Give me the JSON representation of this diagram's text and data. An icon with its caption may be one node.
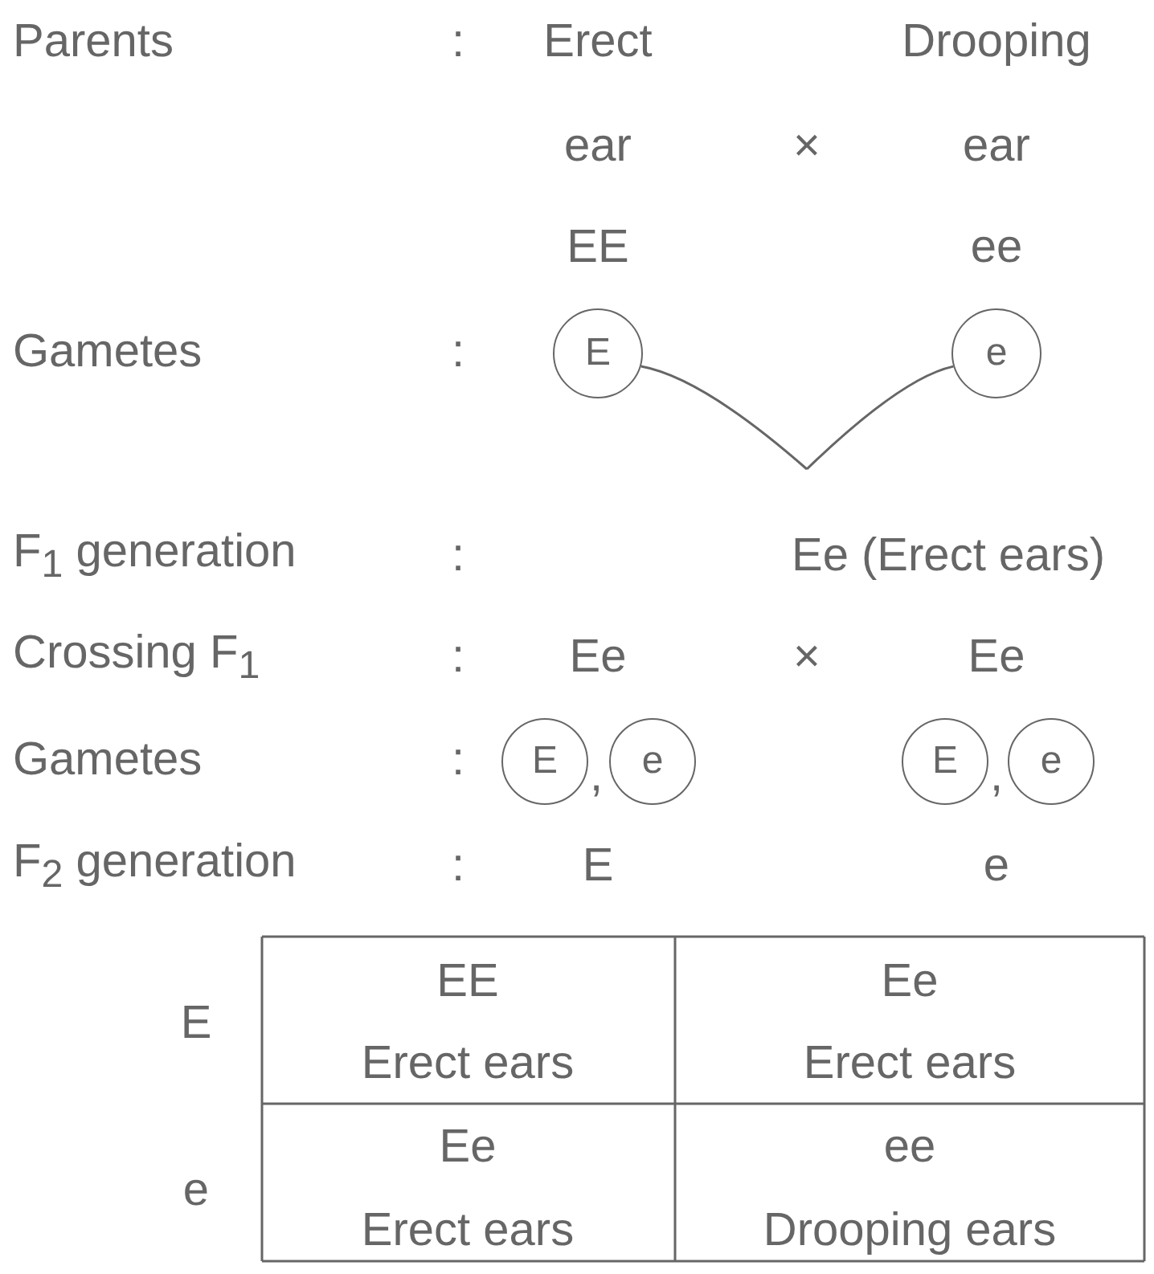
{
  "diagram": {
    "nodes": [
      {
        "text": [
          "E"
        ]
      },
      {
        "text": [
          "e"
        ]
      },
      {
        "text": [
          "E"
        ]
      },
      {
        "text": [
          "e"
        ]
      },
      {
        "text": [
          "E"
        ]
      },
      {
        "text": [
          "e"
        ]
      }
    ],
    "edges": [
      {
        "from": 0,
        "to": null,
        "arrow": "none"
      },
      {
        "from": 1,
        "to": null,
        "arrow": "none"
      }
    ],
    "labels": [
      "Parents",
      ":",
      "Erect",
      "Drooping",
      "ear",
      "×",
      "ear",
      "EE",
      "ee",
      "Gametes",
      ":",
      "F$_{1}$ generation",
      ":",
      "Ee (Erect ears)",
      "Crossing F$_{1}$",
      ":",
      "Ee",
      "×",
      "Ee",
      "Gametes",
      ":",
      ",",
      ",",
      "F$_{2}$ generation",
      ":",
      "E",
      "e",
      "E",
      "EE",
      "Erect ears",
      "Ee",
      "Erect ears",
      "e",
      "Ee",
      "Erect ears",
      "ee",
      "Drooping ears"
    ]
  }
}
